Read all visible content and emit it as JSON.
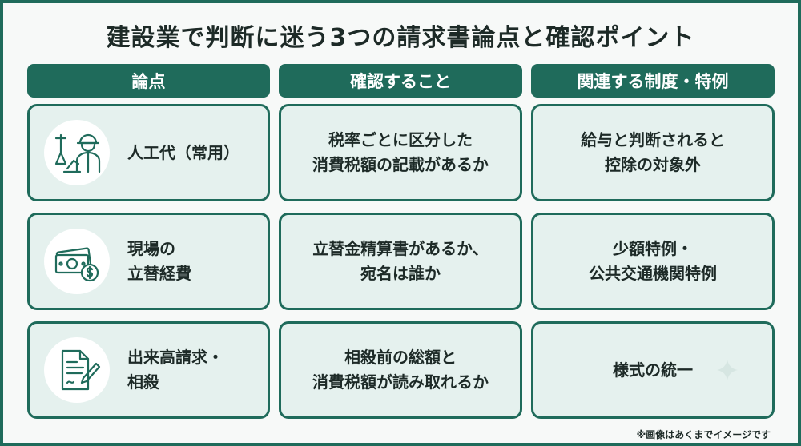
{
  "title": "建設業で判断に迷う3つの請求書論点と確認ポイント",
  "headers": [
    "論点",
    "確認すること",
    "関連する制度・特例"
  ],
  "rows": [
    {
      "icon": "construction-worker-icon",
      "topic": "人工代（常用）",
      "check": "税率ごとに区分した\n消費税額の記載があるか",
      "related": "給与と判断されると\n控除の対象外"
    },
    {
      "icon": "money-icon",
      "topic": "現場の\n立替経費",
      "check": "立替金精算書があるか、\n宛名は誰か",
      "related": "少額特例・\n公共交通機関特例"
    },
    {
      "icon": "document-pen-icon",
      "topic": "出来高請求・\n相殺",
      "check": "相殺前の総額と\n消費税額が読み取れるか",
      "related": "様式の統一"
    }
  ],
  "note": "※画像はあくまでイメージです",
  "colors": {
    "accent": "#1f6b5b",
    "cell_bg": "#e5f1ee",
    "text": "#1d2a27"
  }
}
